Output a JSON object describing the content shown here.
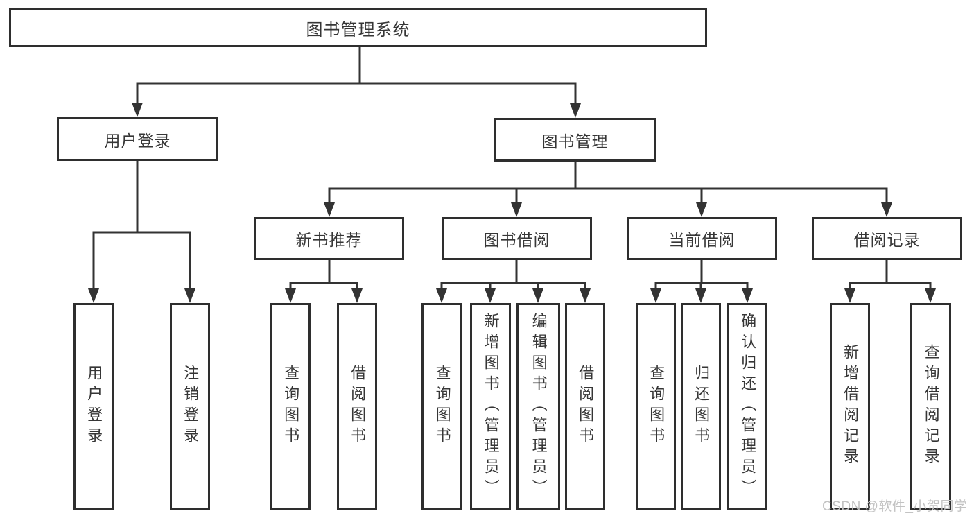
{
  "diagram_title": "图书管理系统",
  "tree": {
    "root": {
      "label": "图书管理系统"
    },
    "branches": [
      {
        "label": "用户登录",
        "children": [
          {
            "label": "用户登录"
          },
          {
            "label": "注销登录"
          }
        ]
      },
      {
        "label": "图书管理",
        "children": [
          {
            "label": "新书推荐",
            "children": [
              {
                "label": "查询图书"
              },
              {
                "label": "借阅图书"
              }
            ]
          },
          {
            "label": "图书借阅",
            "children": [
              {
                "label": "查询图书"
              },
              {
                "label": "新增图书（管理员）"
              },
              {
                "label": "编辑图书（管理员）"
              },
              {
                "label": "借阅图书"
              }
            ]
          },
          {
            "label": "当前借阅",
            "children": [
              {
                "label": "查询图书"
              },
              {
                "label": "归还图书"
              },
              {
                "label": "确认归还（管理员）"
              }
            ]
          },
          {
            "label": "借阅记录",
            "children": [
              {
                "label": "新增借阅记录"
              },
              {
                "label": "查询借阅记录"
              }
            ]
          }
        ]
      }
    ]
  },
  "watermark": "CSDN @软件_小贺同学",
  "colors": {
    "line": "#333333",
    "box_border": "#2e2e2e",
    "text": "#363636",
    "watermark": "#c3c3c3",
    "background": "#ffffff"
  }
}
